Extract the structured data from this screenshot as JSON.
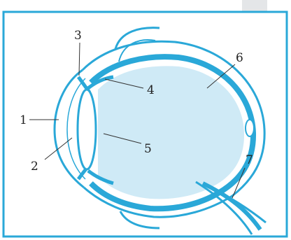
{
  "colors": {
    "frame": "#2aa8d8",
    "structure": "#2aa8d8",
    "fill": "#cfeaf6",
    "corner_tab": "#e4e6e8",
    "leader": "#333333",
    "text": "#222222"
  },
  "labels": {
    "l1": "1",
    "l2": "2",
    "l3": "3",
    "l4": "4",
    "l5": "5",
    "l6": "6",
    "l7": "7"
  }
}
